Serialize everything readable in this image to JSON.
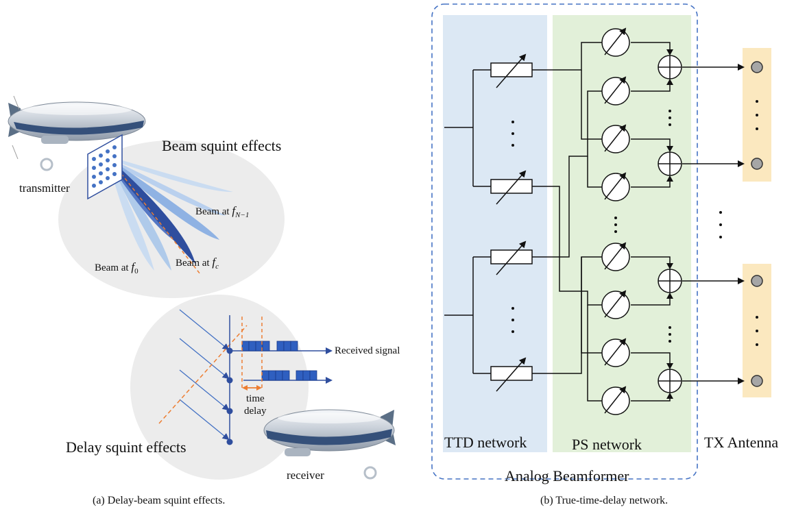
{
  "left_panel": {
    "beam_squint_title": "Beam squint effects",
    "transmitter_label": "transmitter",
    "beam_high_label": "Beam at ",
    "beam_high_sym": "f",
    "beam_high_sub": "N−1",
    "beam_low_label": "Beam at ",
    "beam_low_sym": "f",
    "beam_low_sub": "0",
    "beam_center_label": "Beam at ",
    "beam_center_sym": "f",
    "beam_center_sub": "c",
    "received_signal_label": "Received signal",
    "time_delay_line1": "time",
    "time_delay_line2": "delay",
    "delay_squint_title": "Delay squint effects",
    "receiver_label": "receiver",
    "caption": "(a) Delay-beam squint effects."
  },
  "right_panel": {
    "ttd_label": "TTD network",
    "ps_label": "PS network",
    "tx_label": "TX Antenna",
    "beamformer_label": "Analog Beamformer",
    "caption": "(b) True-time-delay network."
  },
  "colors": {
    "ttd_bg": "#dce8f4",
    "ps_bg": "#e2f0d9",
    "antenna_bg": "#fbe8bf",
    "dashed_border": "#4472c4",
    "beam_dark": "#2f4e9e",
    "beam_light": "#a9c6ea",
    "delay_orange": "#ed7d31"
  }
}
